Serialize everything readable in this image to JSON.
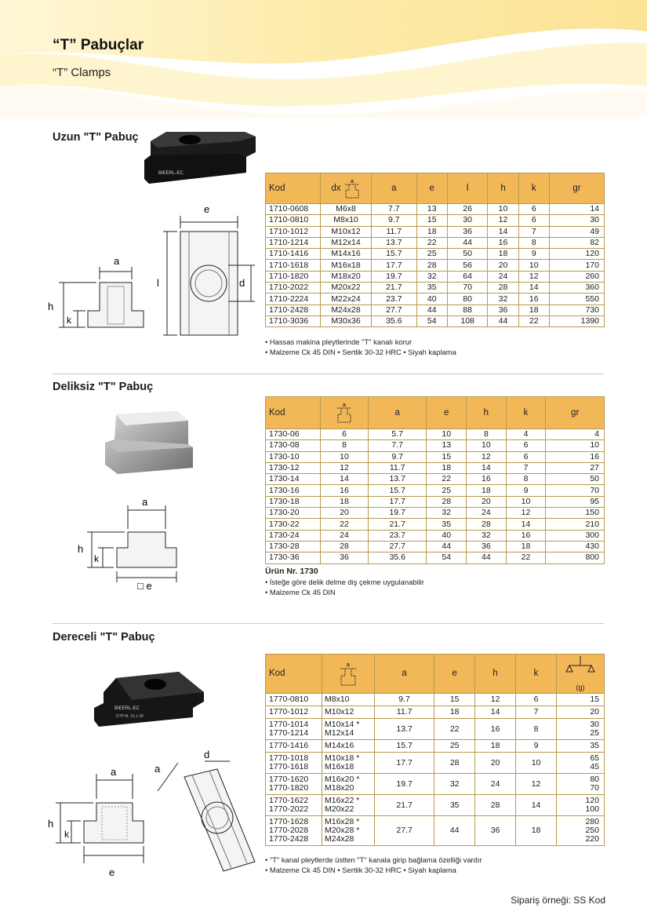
{
  "header": {
    "title": "“T” Pabuçlar",
    "subtitle": "“T” Clamps"
  },
  "colors": {
    "table_header": "#f2b757",
    "wave": "#fde9a2",
    "product": "#1f1f1f"
  },
  "section1": {
    "title": "Uzun \"T\" Pabuç",
    "brand": "BIEERL-EC",
    "diagram_labels": {
      "a": "a",
      "e": "e",
      "h": "h",
      "k": "k",
      "l": "l",
      "d": "d"
    },
    "columns": [
      "Kod",
      "dx",
      "a",
      "e",
      "l",
      "h",
      "k",
      "gr"
    ],
    "icon_label": "a",
    "rows": [
      [
        "1710-0608",
        "M6x8",
        "7.7",
        "13",
        "26",
        "10",
        "6",
        "14"
      ],
      [
        "1710-0810",
        "M8x10",
        "9.7",
        "15",
        "30",
        "12",
        "6",
        "30"
      ],
      [
        "1710-1012",
        "M10x12",
        "11.7",
        "18",
        "36",
        "14",
        "7",
        "49"
      ],
      [
        "1710-1214",
        "M12x14",
        "13.7",
        "22",
        "44",
        "16",
        "8",
        "82"
      ],
      [
        "1710-1416",
        "M14x16",
        "15.7",
        "25",
        "50",
        "18",
        "9",
        "120"
      ],
      [
        "1710-1618",
        "M16x18",
        "17.7",
        "28",
        "56",
        "20",
        "10",
        "170"
      ],
      [
        "1710-1820",
        "M18x20",
        "19.7",
        "32",
        "64",
        "24",
        "12",
        "260"
      ],
      [
        "1710-2022",
        "M20x22",
        "21.7",
        "35",
        "70",
        "28",
        "14",
        "360"
      ],
      [
        "1710-2224",
        "M22x24",
        "23.7",
        "40",
        "80",
        "32",
        "16",
        "550"
      ],
      [
        "1710-2428",
        "M24x28",
        "27.7",
        "44",
        "88",
        "36",
        "18",
        "730"
      ],
      [
        "1710-3036",
        "M30x36",
        "35.6",
        "54",
        "108",
        "44",
        "22",
        "1390"
      ]
    ],
    "notes": [
      "• Hassas makina pleytlerinde \"T\" kanalı korur",
      "• Malzeme Ck 45 DIN   • Sertlik 30-32 HRC  • Siyah kaplama"
    ]
  },
  "section2": {
    "title": "Deliksiz \"T\" Pabuç",
    "diagram_labels": {
      "a": "a",
      "h": "h",
      "k": "k",
      "e": "□ e"
    },
    "columns": [
      "Kod",
      "",
      "a",
      "e",
      "h",
      "k",
      "gr"
    ],
    "icon_label": "a",
    "rows": [
      [
        "1730-06",
        "6",
        "5.7",
        "10",
        "8",
        "4",
        "4"
      ],
      [
        "1730-08",
        "8",
        "7.7",
        "13",
        "10",
        "6",
        "10"
      ],
      [
        "1730-10",
        "10",
        "9.7",
        "15",
        "12",
        "6",
        "16"
      ],
      [
        "1730-12",
        "12",
        "11.7",
        "18",
        "14",
        "7",
        "27"
      ],
      [
        "1730-14",
        "14",
        "13.7",
        "22",
        "16",
        "8",
        "50"
      ],
      [
        "1730-16",
        "16",
        "15.7",
        "25",
        "18",
        "9",
        "70"
      ],
      [
        "1730-18",
        "18",
        "17.7",
        "28",
        "20",
        "10",
        "95"
      ],
      [
        "1730-20",
        "20",
        "19.7",
        "32",
        "24",
        "12",
        "150"
      ],
      [
        "1730-22",
        "22",
        "21.7",
        "35",
        "28",
        "14",
        "210"
      ],
      [
        "1730-24",
        "24",
        "23.7",
        "40",
        "32",
        "16",
        "300"
      ],
      [
        "1730-28",
        "28",
        "27.7",
        "44",
        "36",
        "18",
        "430"
      ],
      [
        "1730-36",
        "36",
        "35.6",
        "54",
        "44",
        "22",
        "800"
      ]
    ],
    "product_no": "Ürün Nr. 1730",
    "notes": [
      "• İsteğe göre delik delme diş çekme uygulanabilir",
      "• Malzeme Ck 45 DIN"
    ]
  },
  "section3": {
    "title": "Dereceli \"T\" Pabuç",
    "brand": "BIEERL-EC",
    "marking": "DTP M. 16 x 18",
    "diagram_labels": {
      "a": "a",
      "d": "d",
      "h": "h",
      "k": "k",
      "e": "e",
      "a_angle": "a"
    },
    "columns": [
      "Kod",
      "",
      "a",
      "e",
      "h",
      "k",
      "(g)"
    ],
    "icon_label": "a",
    "rows": [
      {
        "kod": [
          "1770-0810"
        ],
        "dx": [
          "M8x10"
        ],
        "a": "9.7",
        "e": "15",
        "h": "12",
        "k": "6",
        "g": [
          "15"
        ]
      },
      {
        "kod": [
          "1770-1012"
        ],
        "dx": [
          "M10x12"
        ],
        "a": "11.7",
        "e": "18",
        "h": "14",
        "k": "7",
        "g": [
          "20"
        ]
      },
      {
        "kod": [
          "1770-1014",
          "1770-1214"
        ],
        "dx": [
          "M10x14 *",
          "M12x14"
        ],
        "a": "13.7",
        "e": "22",
        "h": "16",
        "k": "8",
        "g": [
          "30",
          "25"
        ]
      },
      {
        "kod": [
          "1770-1416"
        ],
        "dx": [
          "M14x16"
        ],
        "a": "15.7",
        "e": "25",
        "h": "18",
        "k": "9",
        "g": [
          "35"
        ]
      },
      {
        "kod": [
          "1770-1018",
          "1770-1618"
        ],
        "dx": [
          "M10x18 *",
          "M16x18"
        ],
        "a": "17.7",
        "e": "28",
        "h": "20",
        "k": "10",
        "g": [
          "65",
          "45"
        ]
      },
      {
        "kod": [
          "1770-1620",
          "1770-1820"
        ],
        "dx": [
          "M16x20 *",
          "M18x20"
        ],
        "a": "19.7",
        "e": "32",
        "h": "24",
        "k": "12",
        "g": [
          "80",
          "70"
        ]
      },
      {
        "kod": [
          "1770-1622",
          "1770-2022"
        ],
        "dx": [
          "M16x22 *",
          "M20x22"
        ],
        "a": "21.7",
        "e": "35",
        "h": "28",
        "k": "14",
        "g": [
          "120",
          "100"
        ]
      },
      {
        "kod": [
          "1770-1628",
          "1770-2028",
          "1770-2428"
        ],
        "dx": [
          "M16x28 *",
          "M20x28 *",
          "M24x28"
        ],
        "a": "27.7",
        "e": "44",
        "h": "36",
        "k": "18",
        "g": [
          "280",
          "250",
          "220"
        ]
      }
    ],
    "notes": [
      "• \"T\" kanal pleytlerde üstten \"T\" kanala girip bağlama özelliği vardır",
      "• Malzeme Ck 45 DIN  • Sertlik 30-32 HRC  • Siyah kaplama"
    ]
  },
  "footer": {
    "order_example": "Sipariş örneği: SS Kod"
  }
}
